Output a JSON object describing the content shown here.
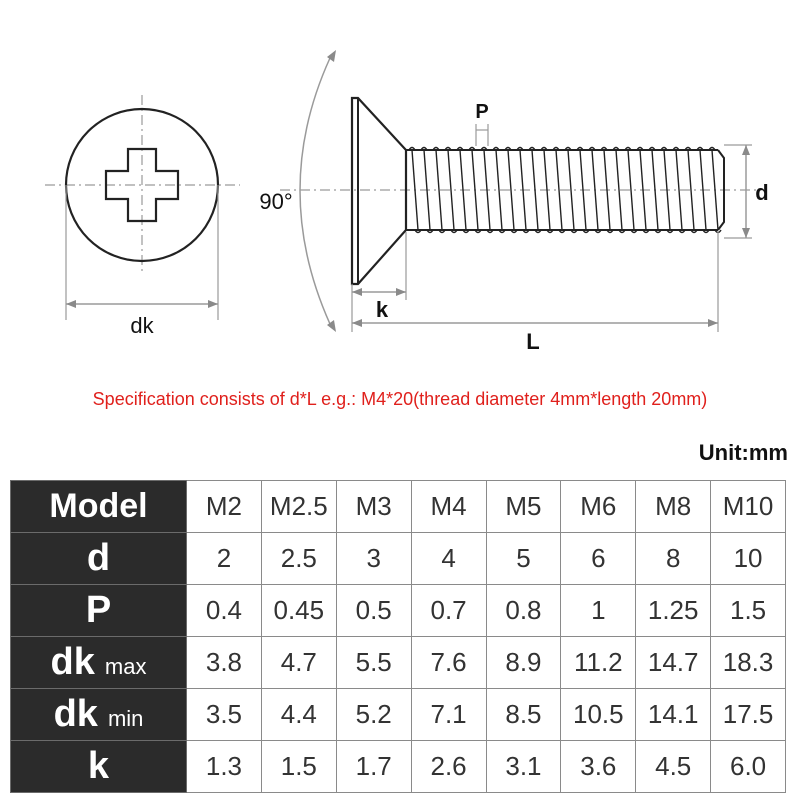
{
  "diagram": {
    "label_dk": "dk",
    "label_angle": "90°",
    "label_P": "P",
    "label_d": "d",
    "label_k": "k",
    "label_L": "L"
  },
  "note": "Specification consists of d*L e.g.: M4*20(thread diameter 4mm*length 20mm)",
  "unit": "Unit:mm",
  "table": {
    "header_label": "Model",
    "models": [
      "M2",
      "M2.5",
      "M3",
      "M4",
      "M5",
      "M6",
      "M8",
      "M10"
    ],
    "rows": [
      {
        "label": "d",
        "qualifier": "",
        "values": [
          "2",
          "2.5",
          "3",
          "4",
          "5",
          "6",
          "8",
          "10"
        ]
      },
      {
        "label": "P",
        "qualifier": "",
        "values": [
          "0.4",
          "0.45",
          "0.5",
          "0.7",
          "0.8",
          "1",
          "1.25",
          "1.5"
        ]
      },
      {
        "label": "dk",
        "qualifier": "max",
        "values": [
          "3.8",
          "4.7",
          "5.5",
          "7.6",
          "8.9",
          "11.2",
          "14.7",
          "18.3"
        ]
      },
      {
        "label": "dk",
        "qualifier": "min",
        "values": [
          "3.5",
          "4.4",
          "5.2",
          "7.1",
          "8.5",
          "10.5",
          "14.1",
          "17.5"
        ]
      },
      {
        "label": "k",
        "qualifier": "",
        "values": [
          "1.3",
          "1.5",
          "1.7",
          "2.6",
          "3.1",
          "3.6",
          "4.5",
          "6.0"
        ]
      }
    ]
  },
  "colors": {
    "note": "#e0201c",
    "header_bg": "#2b2b2b",
    "line": "#222222",
    "dim_line": "#8a8a8a"
  }
}
